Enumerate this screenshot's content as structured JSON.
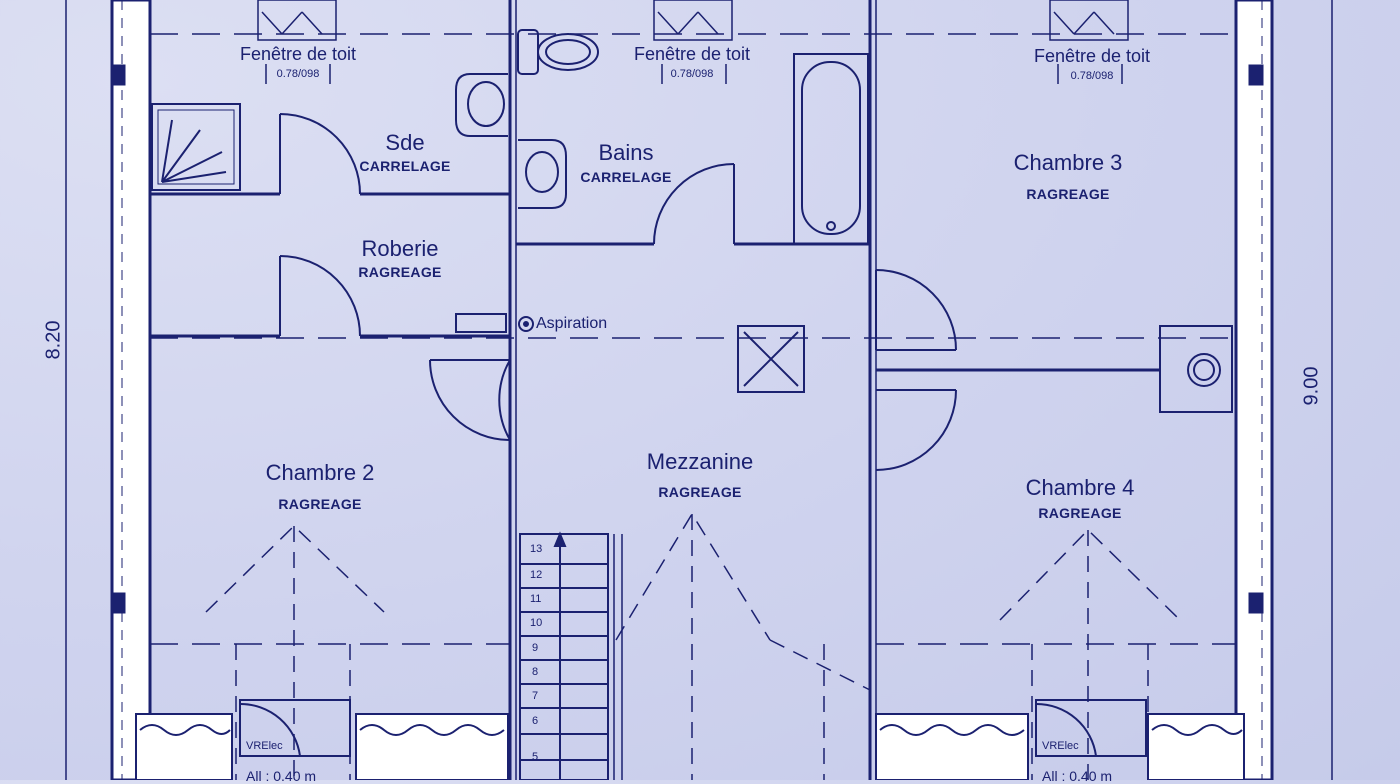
{
  "rooms": {
    "sde": {
      "name": "Sde",
      "floor": "CARRELAGE"
    },
    "bains": {
      "name": "Bains",
      "floor": "CARRELAGE"
    },
    "chambre3": {
      "name": "Chambre 3",
      "floor": "RAGREAGE"
    },
    "roberie": {
      "name": "Roberie",
      "floor": "RAGREAGE"
    },
    "chambre2": {
      "name": "Chambre 2",
      "floor": "RAGREAGE"
    },
    "mezzanine": {
      "name": "Mezzanine",
      "floor": "RAGREAGE"
    },
    "chambre4": {
      "name": "Chambre 4",
      "floor": "RAGREAGE"
    }
  },
  "roof_windows": [
    {
      "label": "Fenêtre de toit",
      "size": "0.78/098"
    },
    {
      "label": "Fenêtre de toit",
      "size": "0.78/098"
    },
    {
      "label": "Fenêtre de toit",
      "size": "0.78/098"
    }
  ],
  "aspiration": "Aspiration",
  "dimensions": {
    "left": "8.20",
    "right": "9.00"
  },
  "stair_steps": [
    "13",
    "12",
    "11",
    "10",
    "9",
    "8",
    "7",
    "6",
    "5"
  ],
  "vr_labels": [
    "VRElec",
    "VRElec"
  ],
  "sill_labels": [
    "All : 0.40 m",
    "All : 0.40 m"
  ],
  "colors": {
    "line": "#1b2170",
    "background": "#cfd3ee",
    "wall_fill": "#ffffff"
  }
}
